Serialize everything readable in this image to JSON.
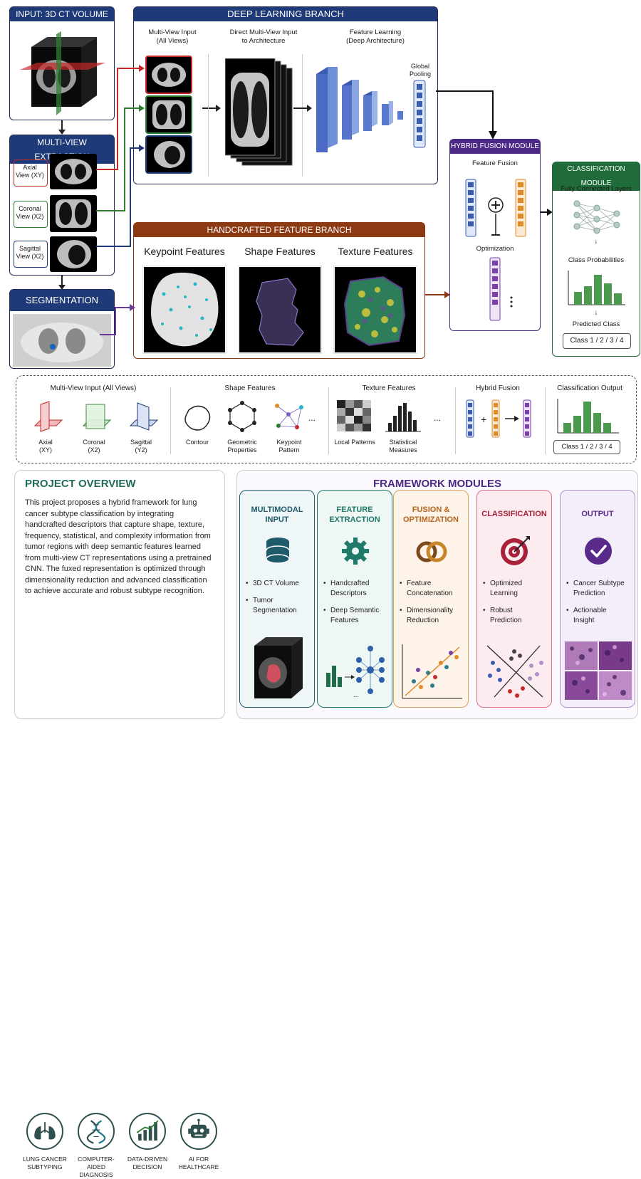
{
  "input": {
    "title": "INPUT: 3D CT VOLUME"
  },
  "multiview": {
    "title": "MULTI-VIEW EXTRACTION",
    "views": [
      "Axial\nView (XY)",
      "Coronal\nView (X2)",
      "Sagittal\nView (X2)"
    ]
  },
  "segmentation": {
    "title": "SEGMENTATION"
  },
  "deep": {
    "title": "DEEP LEARNING BRANCH",
    "col1": "Multi-View Input\n(All Views)",
    "col2": "Direct Multi-View Input\nto Architecture",
    "col3": "Feature Learning\n(Deep Architecture)",
    "pooling": "Global\nPooling"
  },
  "handcrafted": {
    "title": "HANDCRAFTED FEATURE BRANCH",
    "keypoint": "Keypoint Features",
    "shape": "Shape Features",
    "texture": "Texture Features"
  },
  "fusion": {
    "title": "HYBRID FUSION MODULE",
    "feature_fusion": "Feature Fusion",
    "optimization": "Optimization"
  },
  "classification": {
    "title": "CLASSIFICATION MODULE",
    "fc": "Fully Connected Layers",
    "probs": "Class Probabilities",
    "predicted": "Predicted Class",
    "classes": "Class 1 / 2 / 3 / 4"
  },
  "legend": {
    "mv_title": "Multi-View Input (All Views)",
    "axial": "Axial\n(XY)",
    "coronal": "Coronal\n(X2)",
    "sagittal": "Sagittal\n(Y2)",
    "shape_title": "Shape Features",
    "contour": "Contour",
    "geometric": "Geometric\nProperties",
    "keypoint": "Keypoint\nPattern",
    "texture_title": "Texture Features",
    "local": "Local Patterns",
    "statistical": "Statistical\nMeasures",
    "fusion_title": "Hybrid Fusion",
    "output_title": "Classification Output",
    "classes": "Class 1 / 2 / 3 / 4",
    "ellipsis": "..."
  },
  "overview": {
    "title": "PROJECT OVERVIEW",
    "text": "This project proposes a hybrid framework for lung cancer subtype classification by integrating handcrafted descriptors that capture shape, texture, frequency, statistical, and complexity information from tumor regions with deep semantic features learned from multi-view CT representations using a pretrained CNN. The fuxed representation is optimized through dimensionality reduction and advanced classification to achieve accurate and robust subtype recognition.",
    "icons": [
      {
        "label": "LUNG CANCER\nSUBTYPING",
        "icon": "lungs-icon"
      },
      {
        "label": "COMPUTER-AIDED\nDIAGNOSIS",
        "icon": "dna-icon"
      },
      {
        "label": "DATA-DRIVEN\nDECISION",
        "icon": "chart-icon"
      },
      {
        "label": "AI FOR\nHEALTHCARE",
        "icon": "robot-icon"
      }
    ]
  },
  "modules": {
    "title": "FRAMEWORK MODULES",
    "items": [
      {
        "title": "MULTIMODAL\nINPUT",
        "bullets": [
          "3D CT Volume",
          "Tumor\nSegmentation"
        ],
        "color": "#1f5b6b",
        "bg": "#eef6f8",
        "icon": "database-icon"
      },
      {
        "title": "FEATURE\nEXTRACTION",
        "bullets": [
          "Handcrafted\nDescriptors",
          "Deep Semantic\nFeatures"
        ],
        "color": "#1f7a6a",
        "bg": "#eef7f4",
        "icon": "gear-icon"
      },
      {
        "title": "FUSION &\nOPTIMIZATION",
        "bullets": [
          "Feature\nConcatenation",
          "Dimensionality\nReduction"
        ],
        "color": "#b8641c",
        "bg": "#fdf3e8",
        "icon": "rings-icon"
      },
      {
        "title": "CLASSIFICATION",
        "bullets": [
          "Optimized\nLearning",
          "Robust\nPrediction"
        ],
        "color": "#a8203a",
        "bg": "#fcecef",
        "icon": "target-icon"
      },
      {
        "title": "OUTPUT",
        "bullets": [
          "Cancer Subtype\nPrediction",
          "Actionable\nInsight"
        ],
        "color": "#5a2a8a",
        "bg": "#f3eefa",
        "icon": "check-icon"
      }
    ]
  },
  "colors": {
    "navy": "#1f3a78",
    "brown": "#8b3a14",
    "purple": "#4b2a86",
    "green": "#1f6b3a"
  }
}
